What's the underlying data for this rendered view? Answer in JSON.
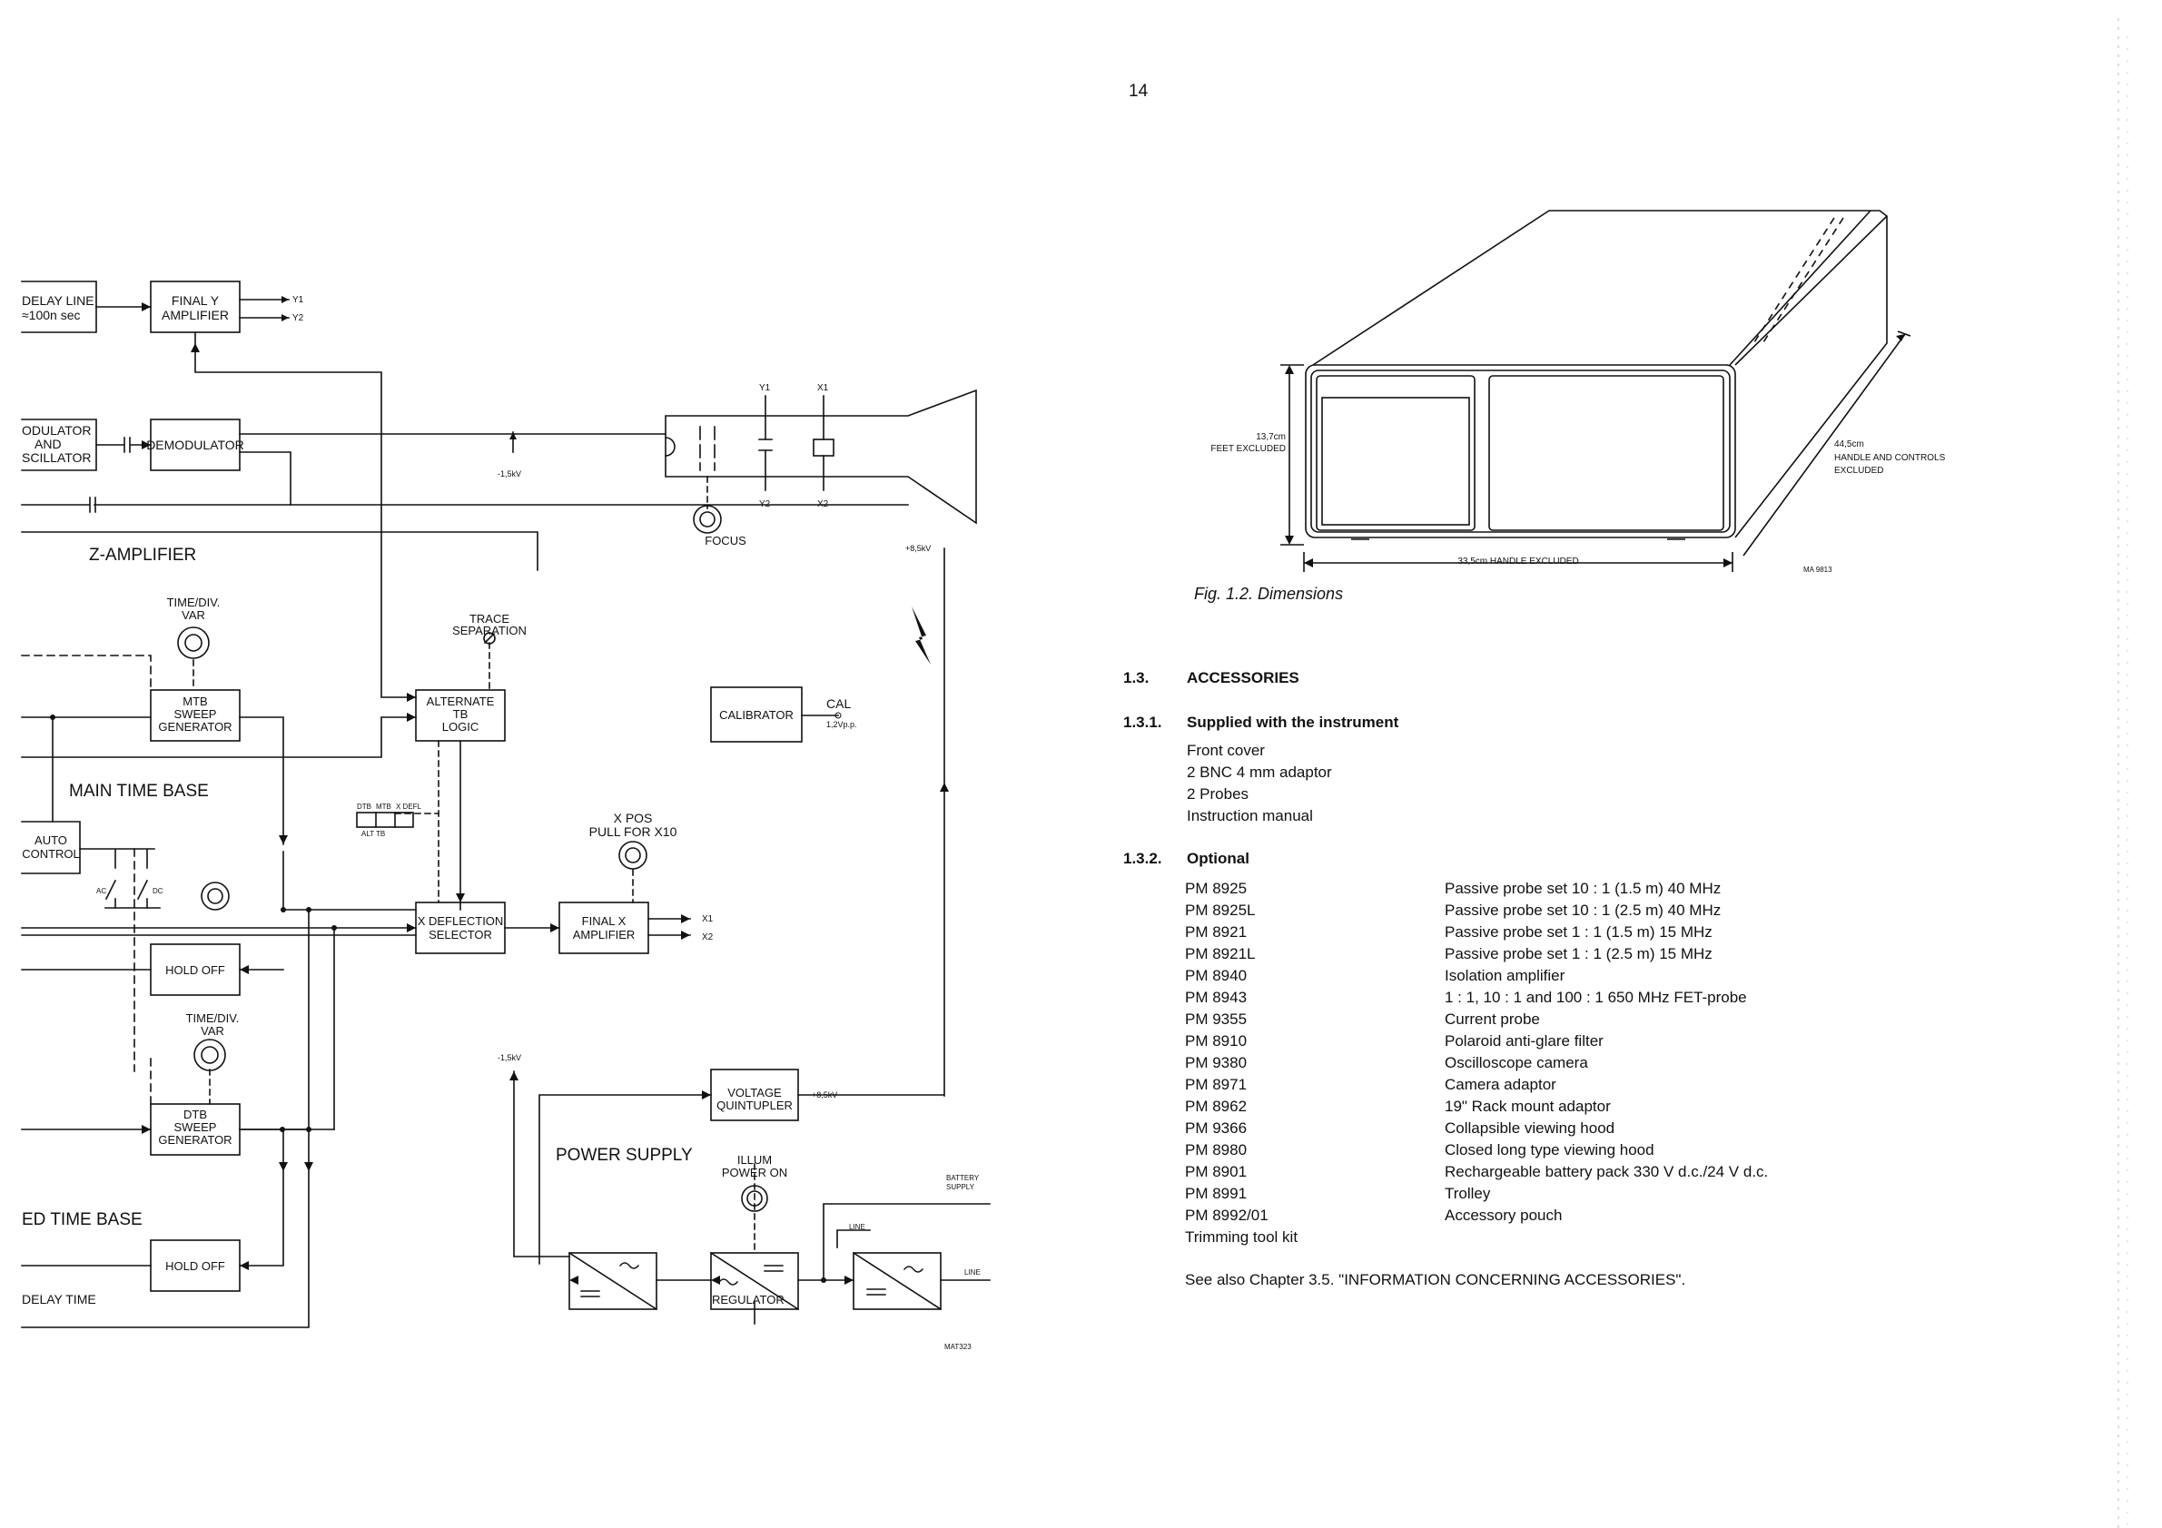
{
  "page_number": "14",
  "block_diagram": {
    "delay_line": [
      "DELAY LINE",
      "≈100n sec"
    ],
    "final_y": [
      "FINAL Y",
      "AMPLIFIER"
    ],
    "modulator": [
      "ODULATOR",
      "AND",
      "SCILLATOR"
    ],
    "demodulator": "DEMODULATOR",
    "z_amplifier": "Z-AMPLIFIER",
    "time_div_var": [
      "TIME/DIV.",
      "VAR"
    ],
    "mtb_sweep": [
      "MTB",
      "SWEEP",
      "GENERATOR"
    ],
    "trace_separation": [
      "TRACE",
      "SEPARATION"
    ],
    "alternate_tb": [
      "ALTERNATE",
      "TB",
      "LOGIC"
    ],
    "calibrator": "CALIBRATOR",
    "cal": [
      "CAL",
      "1,2Vp.p."
    ],
    "main_time_base": "MAIN TIME BASE",
    "auto_control": [
      "AUTO",
      "CONTROL"
    ],
    "switch_labels": [
      "DTB",
      "MTB",
      "X DEFL",
      "ALT TB"
    ],
    "x_pos": [
      "X POS",
      "PULL FOR X10"
    ],
    "x_deflection": [
      "X DEFLECTION",
      "SELECTOR"
    ],
    "final_x": [
      "FINAL X",
      "AMPLIFIER"
    ],
    "hold_off": "HOLD OFF",
    "dtb_sweep": [
      "DTB",
      "SWEEP",
      "GENERATOR"
    ],
    "delayed_time_base": "ED TIME BASE",
    "delay_time": "DELAY TIME",
    "voltage_quintupler": [
      "VOLTAGE",
      "QUINTUPLER"
    ],
    "power_supply": "POWER SUPPLY",
    "illum": [
      "ILLUM",
      "POWER ON"
    ],
    "battery_supply": [
      "BATTERY",
      "SUPPLY"
    ],
    "line": "LINE",
    "regulator": "REGULATOR",
    "focus": "FOCUS",
    "minus_15kv": "-1,5kV",
    "plus_85kv": "+8,5kV",
    "outputs": [
      "Y1",
      "Y2",
      "X1",
      "X2"
    ],
    "ac": "AC",
    "dc": "DC",
    "ref": "MAT323"
  },
  "dimensions_figure": {
    "height": [
      "13,7cm",
      "FEET EXCLUDED"
    ],
    "depth": [
      "44,5cm",
      "HANDLE AND CONTROLS",
      "EXCLUDED"
    ],
    "width": "33,5cm  HANDLE EXCLUDED",
    "ref": "MA 9813",
    "caption": "Fig. 1.2.  Dimensions"
  },
  "accessories": {
    "num": "1.3.",
    "title": "ACCESSORIES",
    "supplied": {
      "num": "1.3.1.",
      "title": "Supplied with the instrument",
      "items": [
        "Front cover",
        "2 BNC 4 mm adaptor",
        "2 Probes",
        "Instruction manual"
      ]
    },
    "optional": {
      "num": "1.3.2.",
      "title": "Optional",
      "items": [
        {
          "code": "PM 8925",
          "desc": "Passive probe set 10 : 1 (1.5 m) 40 MHz"
        },
        {
          "code": "PM 8925L",
          "desc": "Passive probe set 10 : 1 (2.5 m) 40 MHz"
        },
        {
          "code": "PM 8921",
          "desc": "Passive probe set 1 : 1 (1.5 m) 15 MHz"
        },
        {
          "code": "PM 8921L",
          "desc": "Passive probe set 1 : 1 (2.5 m) 15 MHz"
        },
        {
          "code": "PM 8940",
          "desc": "Isolation amplifier"
        },
        {
          "code": "PM 8943",
          "desc": "1 : 1, 10 : 1 and 100 : 1  650 MHz FET-probe"
        },
        {
          "code": "PM 9355",
          "desc": "Current probe"
        },
        {
          "code": "PM 8910",
          "desc": "Polaroid anti-glare filter"
        },
        {
          "code": "PM 9380",
          "desc": "Oscilloscope camera"
        },
        {
          "code": "PM 8971",
          "desc": "Camera adaptor"
        },
        {
          "code": "PM 8962",
          "desc": "19\" Rack mount adaptor"
        },
        {
          "code": "PM 9366",
          "desc": "Collapsible viewing hood"
        },
        {
          "code": "PM 8980",
          "desc": "Closed long type viewing hood"
        },
        {
          "code": "PM 8901",
          "desc": "Rechargeable battery pack 330 V d.c./24 V d.c."
        },
        {
          "code": "PM 8991",
          "desc": "Trolley"
        },
        {
          "code": "PM 8992/01",
          "desc": "Accessory pouch"
        },
        {
          "code": "Trimming tool kit",
          "desc": ""
        }
      ]
    },
    "see_also": "See also Chapter 3.5. \"INFORMATION CONCERNING ACCESSORIES\"."
  }
}
